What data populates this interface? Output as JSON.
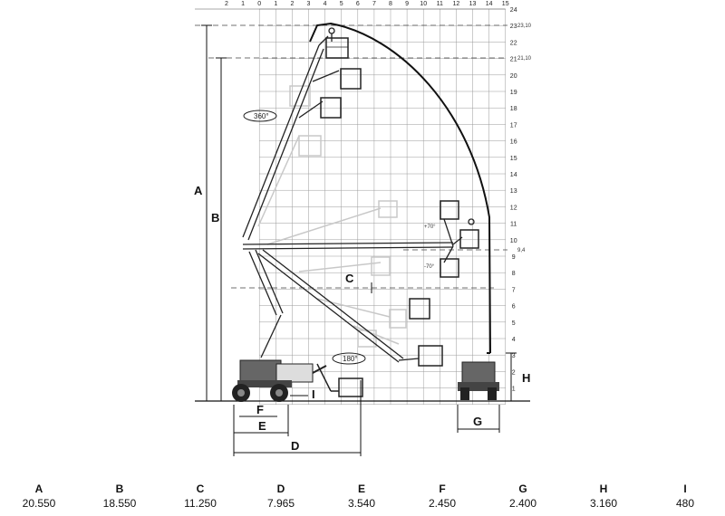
{
  "diagram": {
    "top_scale": [
      "2",
      "1",
      "0",
      "1",
      "2",
      "3",
      "4",
      "5",
      "6",
      "7",
      "8",
      "9",
      "10",
      "11",
      "12",
      "13",
      "14",
      "15"
    ],
    "right_scale": [
      "24",
      "23",
      "22",
      "21",
      "20",
      "19",
      "18",
      "17",
      "16",
      "15",
      "14",
      "13",
      "12",
      "11",
      "10",
      "9",
      "8",
      "7",
      "6",
      "5",
      "4",
      "3",
      "2",
      "1"
    ],
    "height_marks": {
      "max_height": "23,10",
      "platform_height": "21,10",
      "outreach_height": "9,4"
    },
    "rotation_labels": {
      "turret": "360°",
      "jib": "180°",
      "platform_a": "+70°",
      "platform_b": "-70°"
    },
    "dimension_letters": {
      "A": "A",
      "B": "B",
      "C": "C",
      "D": "D",
      "E": "E",
      "F": "F",
      "G": "G",
      "H": "H",
      "I": "I"
    }
  },
  "specs": [
    {
      "key": "A",
      "value": "20.550"
    },
    {
      "key": "B",
      "value": "18.550"
    },
    {
      "key": "C",
      "value": "11.250"
    },
    {
      "key": "D",
      "value": "7.965"
    },
    {
      "key": "E",
      "value": "3.540"
    },
    {
      "key": "F",
      "value": "2.450"
    },
    {
      "key": "G",
      "value": "2.400"
    },
    {
      "key": "H",
      "value": "3.160"
    },
    {
      "key": "I",
      "value": "480"
    }
  ],
  "colors": {
    "line": "#111111",
    "grid": "#999999",
    "ghost": "#cccccc",
    "chassis": "#555555"
  }
}
